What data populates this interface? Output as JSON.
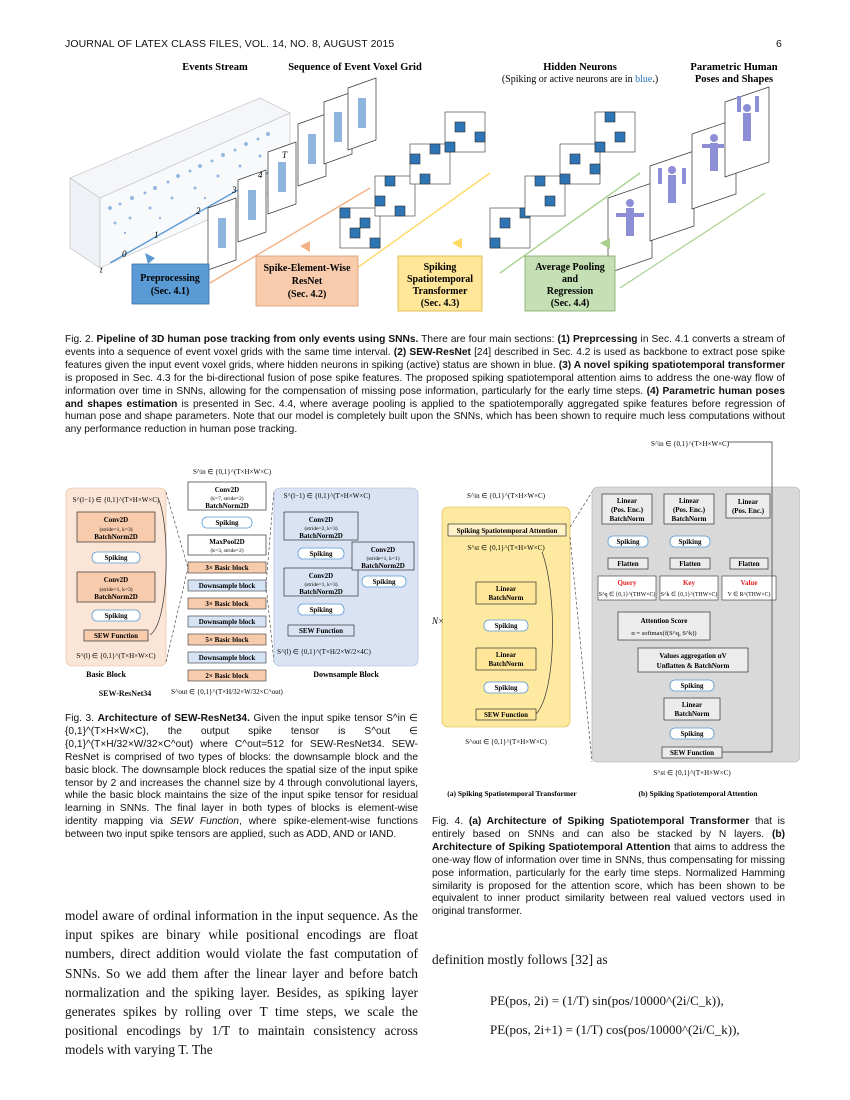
{
  "header": {
    "journal": "JOURNAL OF LATEX CLASS FILES, VOL. 14, NO. 8, AUGUST 2015",
    "page_number": "6"
  },
  "fig2": {
    "title_events": "Events Stream",
    "title_voxel": "Sequence of Event Voxel Grid",
    "title_hidden": "Hidden Neurons",
    "title_hidden_sub_a": "(Spiking or active neurons are in ",
    "title_hidden_sub_blue": "blue",
    "title_hidden_sub_b": ".)",
    "title_params_1": "Parametric Human",
    "title_params_2": "Poses and Shapes",
    "time_labels": [
      "t",
      "0",
      "1",
      "2",
      "3",
      "4",
      "T"
    ],
    "box_pre": [
      "Preprocessing",
      "(Sec. 4.1)"
    ],
    "box_sew": [
      "Spike-Element-Wise",
      "ResNet",
      "(Sec. 4.2)"
    ],
    "box_sst": [
      "Spiking",
      "Spatiotemporal",
      "Transformer",
      "(Sec. 4.3)"
    ],
    "box_pool": [
      "Average Pooling",
      "and",
      "Regression",
      "(Sec. 4.4)"
    ],
    "colors": {
      "pre": "#5b9bd5",
      "sew": "#f4b183",
      "sst": "#ffd966",
      "pool": "#a9d18e",
      "cube_blue": "#2e75b6"
    }
  },
  "fig2_caption": {
    "label": "Fig. 2.",
    "bold1": "Pipeline of 3D human pose tracking from only events using SNNs.",
    "t1": " There are four main sections: ",
    "b2": "(1) Preprcessing",
    "t2": " in Sec. 4.1 converts a stream of events into a sequence of event voxel grids with the same time interval. ",
    "b3": "(2) SEW-ResNet",
    "t3": " [24] described in Sec. 4.2 is used as backbone to extract pose spike features given the input event voxel grids, where hidden neurons in spiking (active) status are shown in blue. ",
    "b4": "(3) A novel spiking spatiotemporal transformer",
    "t4": " is proposed in Sec. 4.3 for the bi-directional fusion of pose spike features. The proposed spiking spatiotemporal attention aims to address the one-way flow of information over time in SNNs, allowing for the compensation of missing pose information, particularly for the early time steps. ",
    "b5": "(4) Parametric human poses and shapes estimation",
    "t5": " is presented in Sec. 4.4, where average pooling is applied to the spatiotemporally aggregated spike features before regression of human pose and shape parameters. Note that our model is completely built upon the SNNs, which has been shown to require much less computations without any performance reduction in human pose tracking."
  },
  "fig3": {
    "basic_in": "S^(l−1) ∈ {0,1}^(T×H×W×C)",
    "conv_a": [
      "Conv2D",
      "(stride=1, k=3)",
      "BatchNorm2D"
    ],
    "spiking": "Spiking",
    "sew_function": "SEW Function",
    "basic_out": "S^(l) ∈ {0,1}^(T×H×W×C)",
    "basic_label": "Basic Block",
    "net_in": "S^in ∈ {0,1}^(T×H×W×C)",
    "net_conv": [
      "Conv2D",
      "(k=7, stride=2)",
      "BatchNorm2D"
    ],
    "net_pool": [
      "MaxPool2D",
      "(k=3, stride=2)"
    ],
    "net_blocks": [
      "3× Basic block",
      "Downsample block",
      "3× Basic block",
      "Downsample block",
      "5× Basic block",
      "Downsample block",
      "2× Basic block"
    ],
    "net_out": "S^out ∈ {0,1}^(T×H/32×W/32×C^out)",
    "net_label": "SEW-ResNet34",
    "down_in": "S^(l−1) ∈ {0,1}^(T×H×W×C)",
    "down_conv1": [
      "Conv2D",
      "(stride=2, k=3)",
      "BatchNorm2D"
    ],
    "down_conv2": [
      "Conv2D",
      "(stride=1, k=3)",
      "BatchNorm2D"
    ],
    "down_conv3": [
      "Conv2D",
      "(stride=1, k=1)",
      "BatchNorm2D"
    ],
    "down_out": "S^(l) ∈ {0,1}^(T×H/2×W/2×4C)",
    "down_label": "Downsample Block"
  },
  "fig3_caption": {
    "label": "Fig. 3.",
    "bold": "Architecture of SEW-ResNet34.",
    "text": " Given the input spike tensor S^in ∈ {0,1}^(T×H×W×C), the output spike tensor is S^out ∈ {0,1}^(T×H/32×W/32×C^out) where C^out=512 for SEW-ResNet34. SEW-ResNet is comprised of two types of blocks: the downsample block and the basic block. The downsample block reduces the spatial size of the input spike tensor by 2 and increases the channel size by 4 through convolutional layers, while the basic block maintains the size of the input spike tensor for residual learning in SNNs. The final layer in both types of blocks is element-wise identity mapping via ",
    "italic": "SEW Function",
    "text2": ", where spike-element-wise functions between two input spike tensors are applied, such as ADD, AND or IAND."
  },
  "fig4": {
    "a_in_top": "S^in ∈ {0,1}^(T×H×W×C)",
    "a_ssa": "Spiking Spatiotemporal Attention",
    "a_sst": "S^st ∈ {0,1}^(T×H×W×C)",
    "a_linear": [
      "Linear",
      "BatchNorm"
    ],
    "a_spiking": "Spiking",
    "a_sew": "SEW Function",
    "a_out": "S^out ∈ {0,1}^(T×H×W×C)",
    "a_nx": "N×",
    "a_label": "(a) Spiking Spatiotemporal Transformer",
    "b_in": "S^in ∈ {0,1}^(T×H×W×C)",
    "b_lin1": [
      "Linear",
      "(Pos. Enc.)",
      "BatchNorm"
    ],
    "b_lin3": [
      "Linear",
      "(Pos. Enc.)"
    ],
    "b_spiking": "Spiking",
    "b_flatten": "Flatten",
    "b_query": "Query",
    "b_key": "Key",
    "b_value": "Value",
    "b_qs": "S^q ∈ {0,1}^(THW×C)",
    "b_ks": "S^k ∈ {0,1}^(THW×C)",
    "b_vs": "V ∈ R^(THW×C)",
    "b_att": [
      "Attention Score",
      "α = softmax(f(S^q, S^k))"
    ],
    "b_agg": [
      "Values aggregation αV",
      "Unflatten & BatchNorm"
    ],
    "b_linear": [
      "Linear",
      "BatchNorm"
    ],
    "b_sew": "SEW Function",
    "b_out": "S^st ∈ {0,1}^(T×H×W×C)",
    "b_label": "(b) Spiking Spatiotemporal Attention",
    "colors": {
      "yellow": "#fde9a0",
      "gray": "#d9d9d9",
      "red": "#e02020"
    }
  },
  "fig4_caption": {
    "label": "Fig. 4.",
    "b1": "(a) Architecture of Spiking Spatiotemporal Transformer",
    "t1": " that is entirely based on SNNs and can also be stacked by N layers. ",
    "b2": "(b) Architecture of Spiking Spatiotemporal Attention",
    "t2": " that aims to address the one-way flow of information over time in SNNs, thus compensating for missing pose information, particularly for the early time steps. Normalized Hamming similarity is proposed for the attention score, which has been shown to be equivalent to inner product similarity between real valued vectors used in original transformer."
  },
  "body_left": "model aware of ordinal information in the input sequence. As the input spikes are binary while positional encodings are float numbers, direct addition would violate the fast computation of SNNs. So we add them after the linear layer and before batch normalization and the spiking layer. Besides, as spiking layer generates spikes by rolling over T time steps, we scale the positional encodings by 1/T to maintain consistency across models with varying T. The",
  "body_right": "definition mostly follows [32] as",
  "equations": [
    "PE(pos, 2i) = (1/T) sin(pos/10000^(2i/C_k)),",
    "PE(pos, 2i+1) = (1/T) cos(pos/10000^(2i/C_k)),"
  ]
}
